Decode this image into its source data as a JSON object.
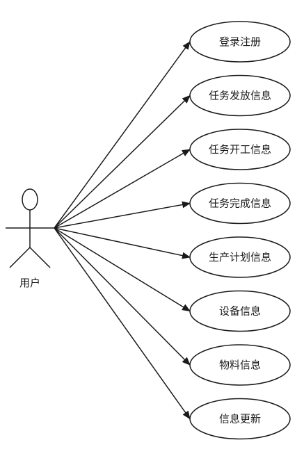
{
  "actor": {
    "label": "用户"
  },
  "use_cases": [
    {
      "label": "登录注册"
    },
    {
      "label": "任务发放信息"
    },
    {
      "label": "任务开工信息"
    },
    {
      "label": "任务完成信息"
    },
    {
      "label": "生产计划信息"
    },
    {
      "label": "设备信息"
    },
    {
      "label": "物料信息"
    },
    {
      "label": "信息更新"
    }
  ],
  "colors": {
    "stroke": "#1a1a1a",
    "background": "#ffffff"
  }
}
